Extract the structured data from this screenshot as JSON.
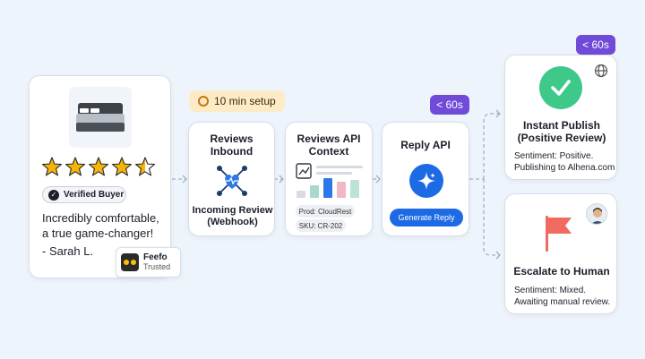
{
  "review_card": {
    "rating": 4.5,
    "verified_label": "Verified Buyer",
    "quote_line1": "Incredibly comfortable,",
    "quote_line2": "a true game-changer!",
    "author": "- Sarah L.",
    "feefo_name": "Feefo",
    "feefo_trusted": "Trusted"
  },
  "setup_badge": {
    "label": "10 min setup"
  },
  "reviews_inbound": {
    "title_line1": "Reviews",
    "title_line2": "Inbound",
    "caption_line1": "Incoming Review",
    "caption_line2": "(Webhook)"
  },
  "reviews_api": {
    "title_line1": "Reviews API",
    "title_line2": "Context",
    "product_pill": "Prod: CloudRest",
    "sku_pill": "SKU: CR-202"
  },
  "reply_api": {
    "time_badge": "< 60s",
    "title": "Reply API",
    "button_label": "Generate Reply"
  },
  "instant_publish": {
    "time_badge": "< 60s",
    "title_line1": "Instant Publish",
    "title_line2": "(Positive Review)",
    "status_line1": "Sentiment: Positive.",
    "status_line2": "Publishing to Alhena.com"
  },
  "escalate": {
    "title": "Escalate to Human",
    "status_line1": "Sentiment: Mixed.",
    "status_line2": "Awaiting manual review."
  },
  "colors": {
    "accent_blue": "#1d6ae5",
    "purple_badge": "#6f4bd8",
    "star_gold": "#f5b40b",
    "success_green": "#3ec98a",
    "flag_red": "#f06a5f"
  }
}
